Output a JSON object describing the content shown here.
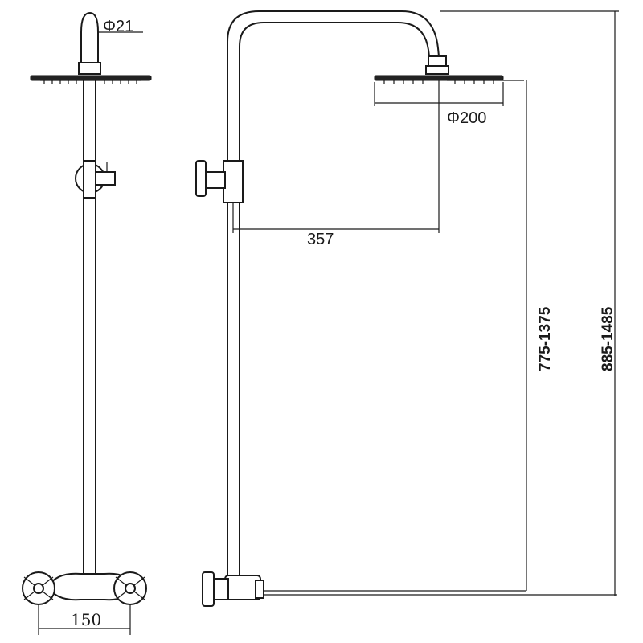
{
  "dimensions": {
    "inlet_diameter": "Φ21",
    "head_diameter": "Φ200",
    "arm_reach": "357",
    "inlet_spacing": "150",
    "height_range_head": "775-1375",
    "height_range_total": "885-1485"
  },
  "colors": {
    "line": "#1a1a1a",
    "background": "#ffffff"
  }
}
